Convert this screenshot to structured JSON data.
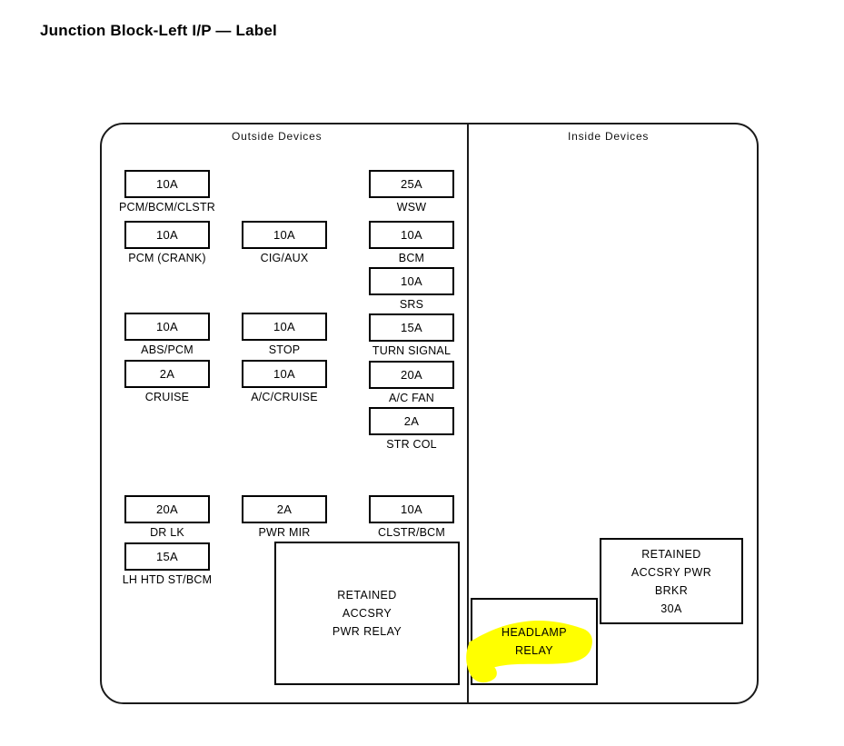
{
  "page": {
    "title": "Junction Block-Left I/P — Label"
  },
  "diagram": {
    "sections": {
      "outside": "Outside  Devices",
      "inside": "Inside  Devices"
    },
    "fuses": [
      {
        "rating": "10A",
        "label": "PCM/BCM/CLSTR",
        "column": "left",
        "row": 1
      },
      {
        "rating": "10A",
        "label": "PCM (CRANK)",
        "column": "left",
        "row": 2
      },
      {
        "rating": "10A",
        "label": "ABS/PCM",
        "column": "left",
        "row": 3
      },
      {
        "rating": "2A",
        "label": "CRUISE",
        "column": "left",
        "row": 4
      },
      {
        "rating": "20A",
        "label": "DR LK",
        "column": "left",
        "row": 5
      },
      {
        "rating": "15A",
        "label": "LH HTD ST/BCM",
        "column": "left",
        "row": 6
      },
      {
        "rating": "10A",
        "label": "CIG/AUX",
        "column": "middle",
        "row": 1
      },
      {
        "rating": "10A",
        "label": "STOP",
        "column": "middle",
        "row": 2
      },
      {
        "rating": "10A",
        "label": "A/C/CRUISE",
        "column": "middle",
        "row": 3
      },
      {
        "rating": "2A",
        "label": "PWR MIR",
        "column": "middle",
        "row": 4
      },
      {
        "rating": "25A",
        "label": "WSW",
        "column": "right",
        "row": 1
      },
      {
        "rating": "10A",
        "label": "BCM",
        "column": "right",
        "row": 2
      },
      {
        "rating": "10A",
        "label": "SRS",
        "column": "right",
        "row": 3
      },
      {
        "rating": "15A",
        "label": "TURN SIGNAL",
        "column": "right",
        "row": 4
      },
      {
        "rating": "20A",
        "label": "A/C FAN",
        "column": "right",
        "row": 5
      },
      {
        "rating": "2A",
        "label": "STR COL",
        "column": "right",
        "row": 6
      },
      {
        "rating": "10A",
        "label": "CLSTR/BCM",
        "column": "right",
        "row": 7
      }
    ],
    "relays": {
      "retained_accsry_pwr_relay": [
        "RETAINED",
        "ACCSRY",
        "PWR RELAY"
      ],
      "headlamp_relay": [
        "HEADLAMP",
        "RELAY"
      ],
      "retained_accsry_pwr_brkr": [
        "RETAINED",
        "ACCSRY PWR",
        "BRKR",
        "30A"
      ]
    },
    "highlight": {
      "target": "headlamp_relay",
      "color": "#FFFF00"
    }
  }
}
